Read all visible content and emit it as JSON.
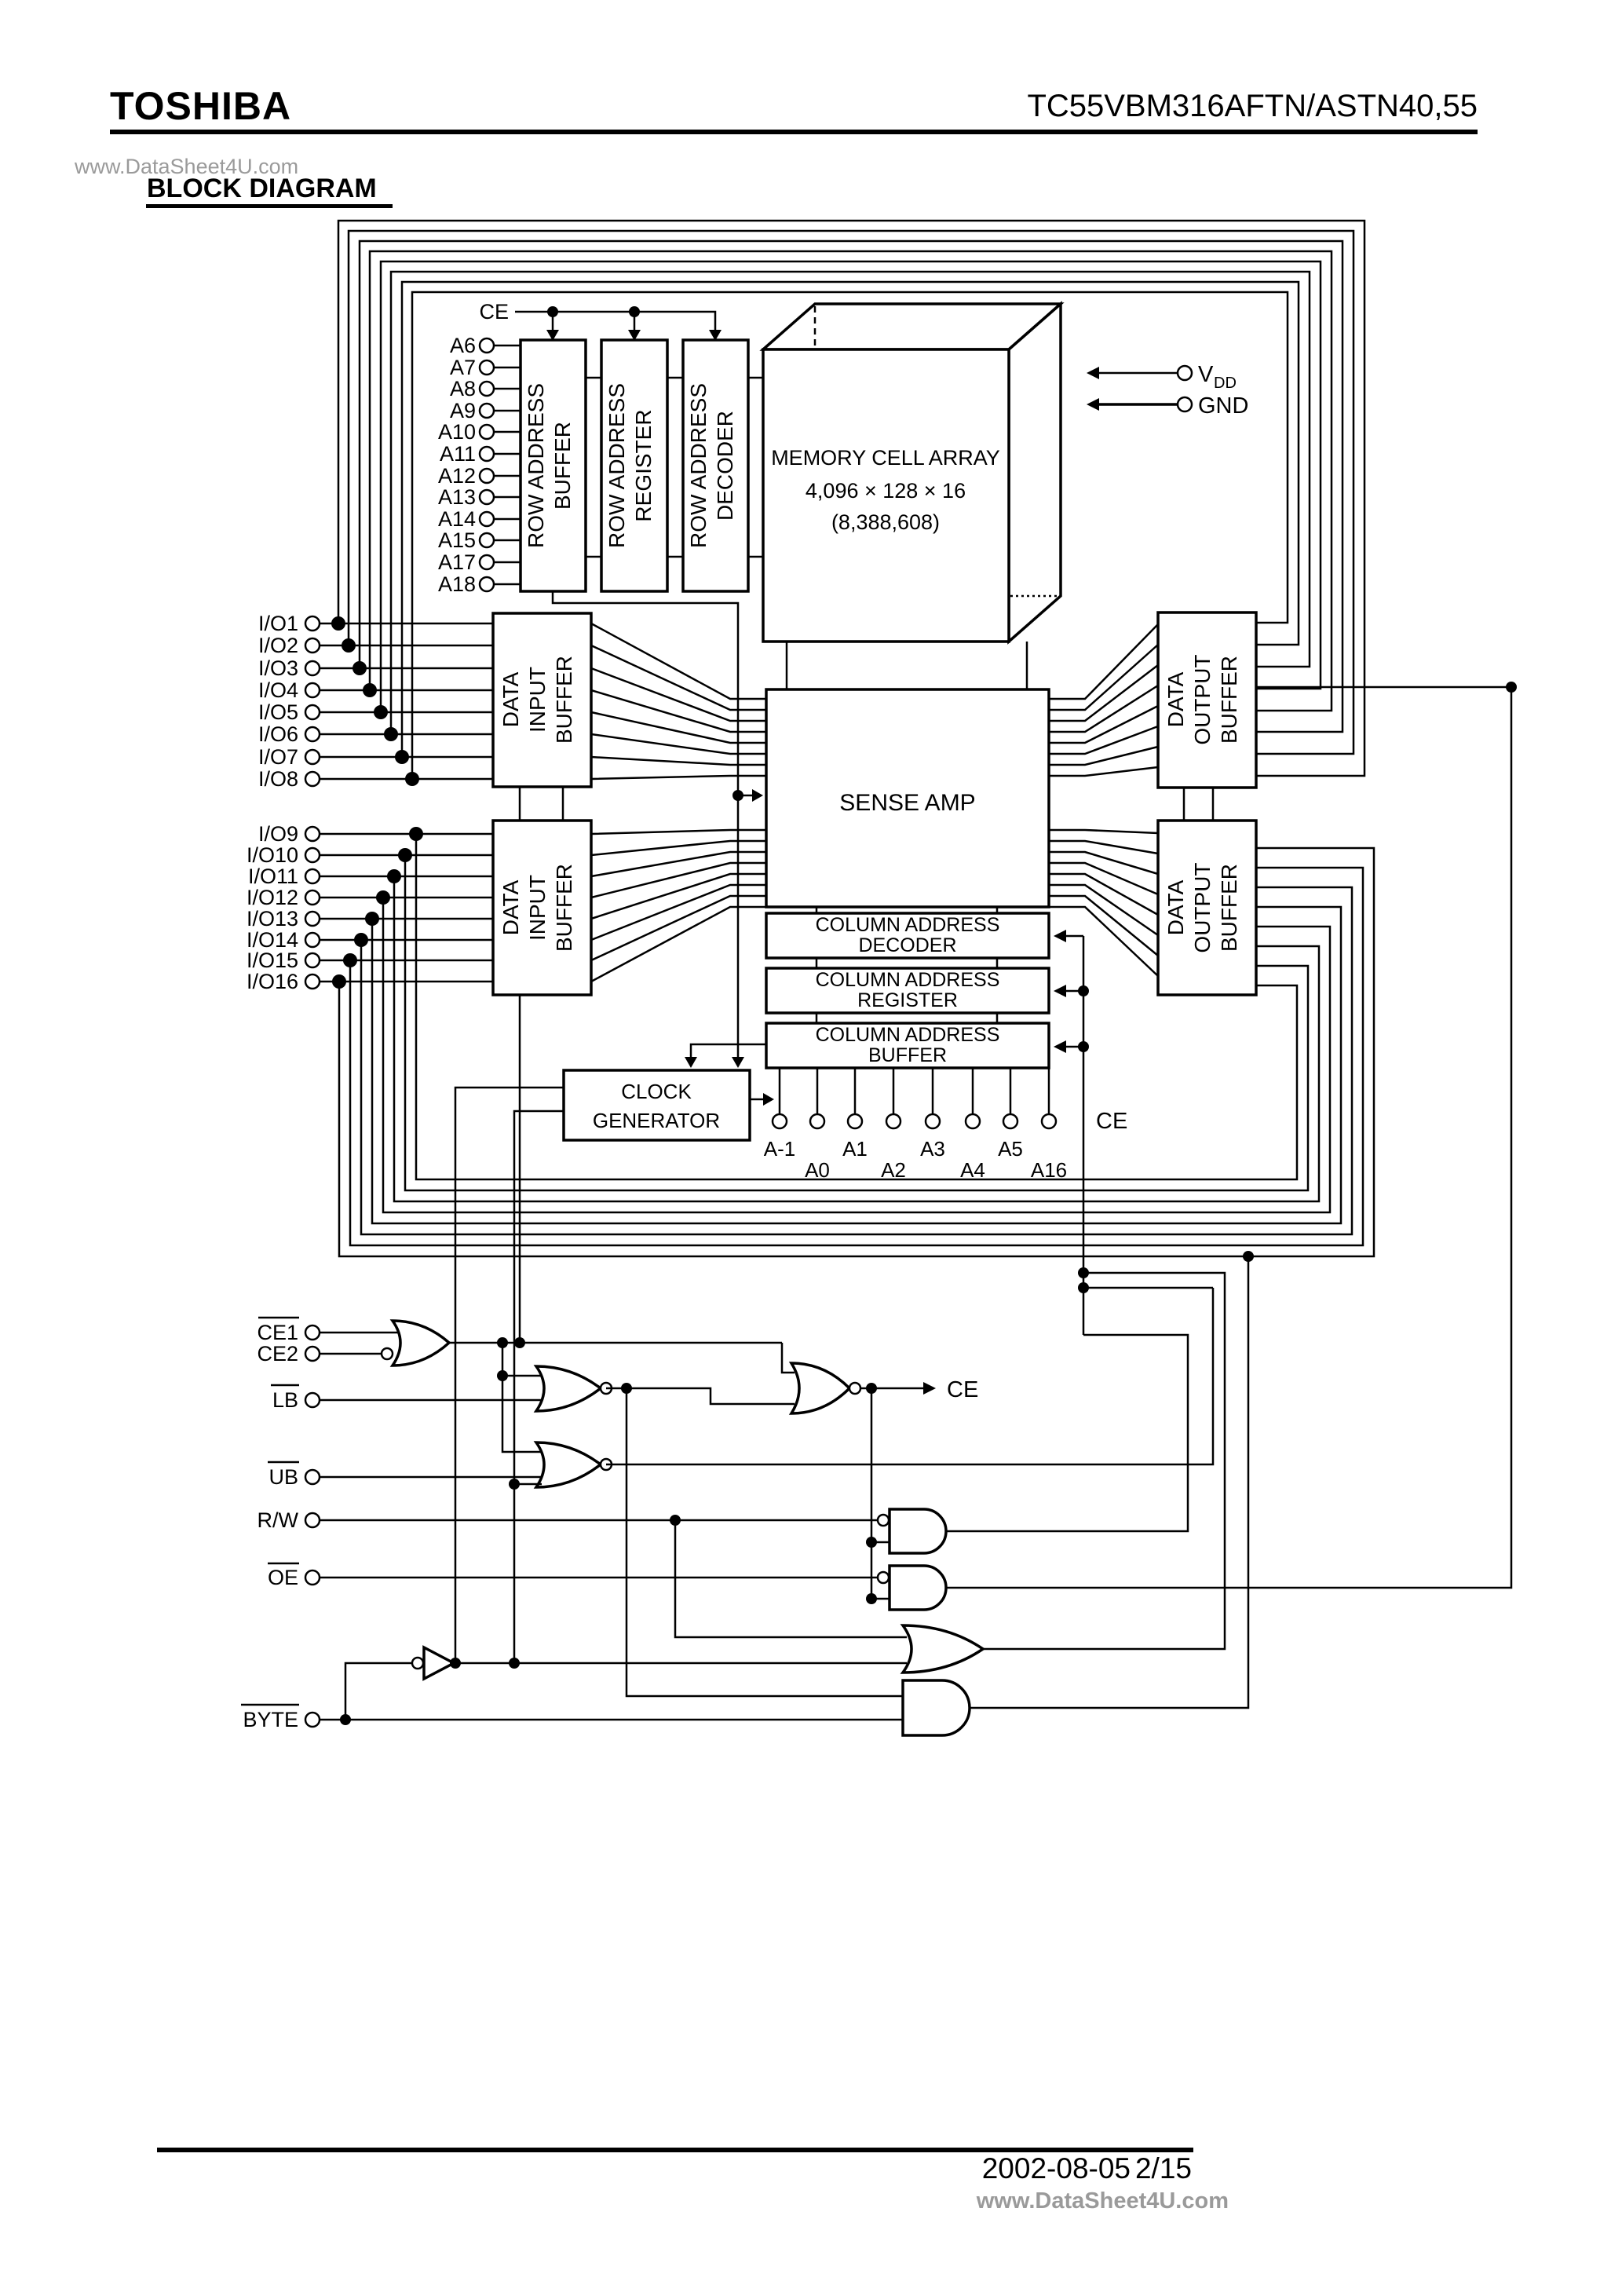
{
  "header": {
    "brand": "TOSHIBA",
    "part": "TC55VBM316AFTN/ASTN40,55",
    "watermark": "www.DataSheet4U.com",
    "title": "BLOCK DIAGRAM"
  },
  "footer": {
    "date": "2002-08-05",
    "page": "2/15",
    "watermark": "www.DataSheet4U.com"
  },
  "d": {
    "row_buffer": [
      "ROW ADDRESS",
      "BUFFER"
    ],
    "row_register": [
      "ROW ADDRESS",
      "REGISTER"
    ],
    "row_decoder": [
      "ROW ADDRESS",
      "DECODER"
    ],
    "memory": [
      "MEMORY CELL ARRAY",
      "4,096 × 128 × 16",
      "(8,388,608)"
    ],
    "sense": "SENSE AMP",
    "dib": [
      "DATA",
      "INPUT",
      "BUFFER"
    ],
    "dob": [
      "DATA",
      "OUTPUT",
      "BUFFER"
    ],
    "col_decoder": [
      "COLUMN ADDRESS",
      "DECODER"
    ],
    "col_register": [
      "COLUMN ADDRESS",
      "REGISTER"
    ],
    "col_buffer": [
      "COLUMN ADDRESS",
      "BUFFER"
    ],
    "clock": [
      "CLOCK",
      "GENERATOR"
    ],
    "vdd": "V",
    "vdd_sub": "DD",
    "gnd": "GND",
    "ce": "CE",
    "addr_top": [
      "A6",
      "A7",
      "A8",
      "A9",
      "A10",
      "A11",
      "A12",
      "A13",
      "A14",
      "A15",
      "A17",
      "A18"
    ],
    "io": [
      "I/O1",
      "I/O2",
      "I/O3",
      "I/O4",
      "I/O5",
      "I/O6",
      "I/O7",
      "I/O8",
      "I/O9",
      "I/O10",
      "I/O11",
      "I/O12",
      "I/O13",
      "I/O14",
      "I/O15",
      "I/O16"
    ],
    "addr_bottom": [
      "A-1",
      "A0",
      "A1",
      "A2",
      "A3",
      "A4",
      "A5",
      "A16"
    ],
    "ctl": [
      "CE1",
      "CE2",
      "LB",
      "UB",
      "R/W",
      "OE",
      "BYTE"
    ]
  }
}
